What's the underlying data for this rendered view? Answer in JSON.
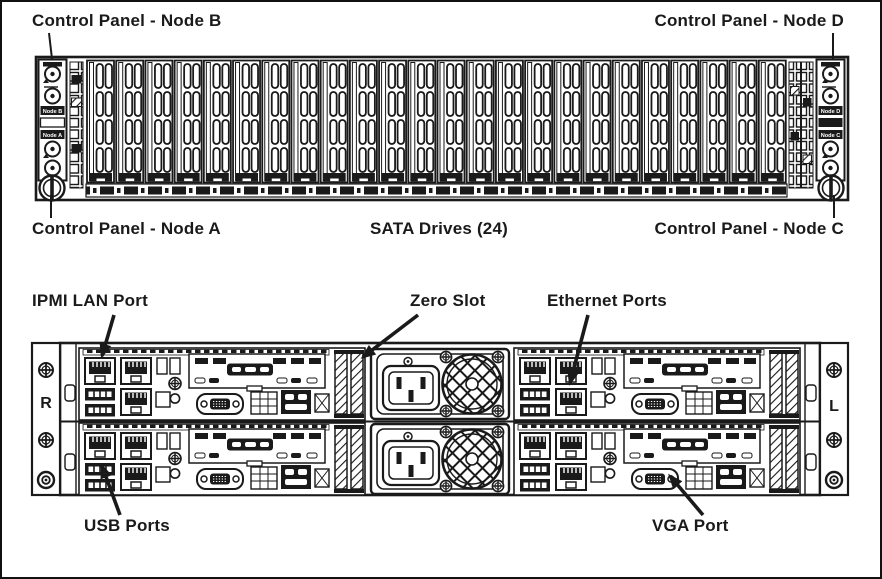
{
  "diagram": {
    "front": {
      "label_node_b": "Control Panel - Node B",
      "label_node_d": "Control Panel - Node D",
      "label_node_a": "Control Panel - Node A",
      "label_sata": "SATA Drives (24)",
      "label_node_c": "Control Panel - Node C",
      "drive_count": 24,
      "left_panel": {
        "tag_top": "Node B",
        "tag_bottom": "Node A"
      },
      "right_panel": {
        "tag_top": "Node D",
        "tag_bottom": "Node C"
      }
    },
    "rear": {
      "label_ipmi": "IPMI LAN Port",
      "label_zero_slot": "Zero Slot",
      "label_ethernet": "Ethernet Ports",
      "label_usb": "USB Ports",
      "label_vga": "VGA Port",
      "ear_left": "R",
      "ear_right": "L"
    },
    "colors": {
      "ink": "#1a1a1a",
      "background": "#ffffff"
    }
  }
}
